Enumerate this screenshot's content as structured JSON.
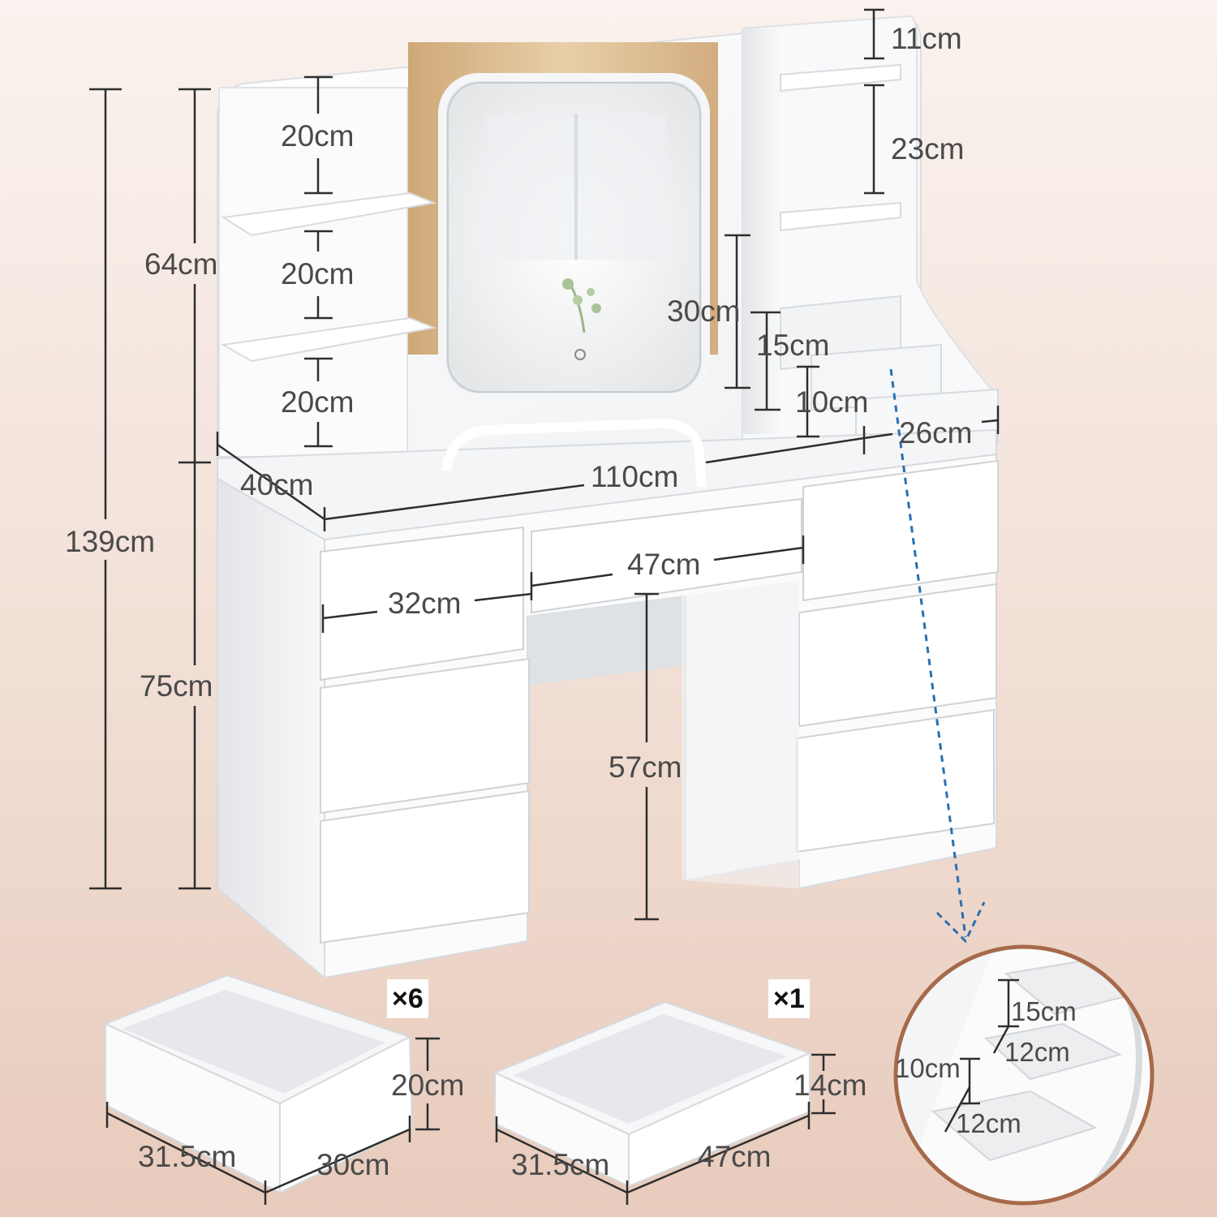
{
  "colors": {
    "background_top": "#faf2ee",
    "background_bottom": "#e8cbbc",
    "furniture": "#ffffff",
    "dimension_line": "#2e2e2e",
    "arrow": "#2a6fb0",
    "callout_ring": "#a66a4a",
    "mirror_wood": "#d9b88a"
  },
  "icons": [
    "led-mirror-icon",
    "touch-button-icon",
    "plant-icon",
    "dashed-arrow-icon"
  ],
  "dims": {
    "total_height": "139cm",
    "hutch_height": "64cm",
    "desk_height": "75cm",
    "shelf_gap_top": "20cm",
    "shelf_gap_mid": "20cm",
    "shelf_gap_bottom": "20cm",
    "depth": "40cm",
    "width": "110cm",
    "right_top": "11cm",
    "right_mid": "23cm",
    "tray_30": "30cm",
    "tray_15": "15cm",
    "tray_10": "10cm",
    "right_depth": "26cm",
    "center_drawer_width": "47cm",
    "side_drawer_width": "32cm",
    "knee_height": "57cm"
  },
  "drawers": {
    "large": {
      "count": "×6",
      "height": "20cm",
      "depth": "31.5cm",
      "width": "30cm"
    },
    "small": {
      "count": "×1",
      "height": "14cm",
      "depth": "31.5cm",
      "width": "47cm"
    }
  },
  "callout": {
    "d1": "15cm",
    "d2": "12cm",
    "d3": "10cm",
    "d4": "12cm"
  }
}
